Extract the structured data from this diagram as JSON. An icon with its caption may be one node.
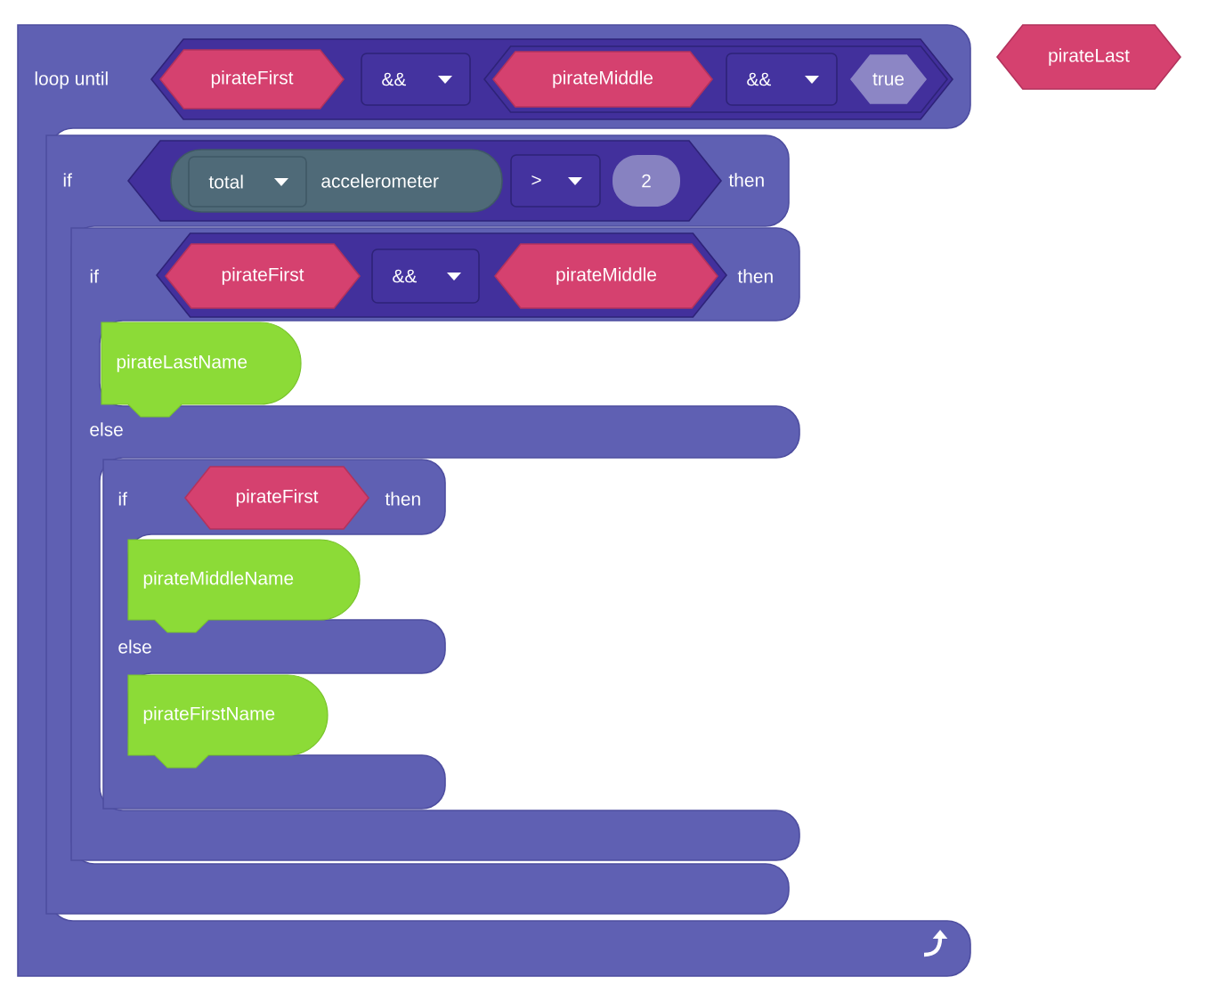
{
  "diagram": {
    "nodes": [
      {
        "text": [
          "loop until"
        ]
      },
      {
        "text": [],
        "shape": "hexagon",
        "in": 0
      },
      {
        "text": [
          "pirateFirst"
        ],
        "in": 1
      },
      {
        "text": [
          "&&"
        ],
        "in": 1
      },
      {
        "text": [],
        "shape": "hexagon",
        "in": 1
      },
      {
        "text": [
          "pirateMiddle"
        ],
        "in": 4
      },
      {
        "text": [
          "&&"
        ],
        "in": 4
      },
      {
        "text": [
          "true"
        ],
        "in": 4
      },
      {
        "text": [
          "pirateLast"
        ]
      },
      {
        "text": [
          "if",
          "then"
        ],
        "in": 0
      },
      {
        "text": [],
        "shape": "hexagon",
        "in": 9
      },
      {
        "text": [
          "accelerometer"
        ],
        "in": 10
      },
      {
        "text": [
          "total"
        ],
        "in": 11
      },
      {
        "text": [
          ">"
        ],
        "in": 10
      },
      {
        "text": [
          "2"
        ],
        "in": 10
      },
      {
        "text": [
          "if",
          "then",
          "else"
        ],
        "in": 9
      },
      {
        "text": [],
        "shape": "hexagon",
        "in": 15
      },
      {
        "text": [
          "pirateFirst"
        ],
        "in": 16
      },
      {
        "text": [
          "&&"
        ],
        "in": 16
      },
      {
        "text": [
          "pirateMiddle"
        ],
        "in": 16
      },
      {
        "text": [
          "pirateLastName"
        ],
        "in": 15
      },
      {
        "text": [
          "if",
          "then",
          "else"
        ],
        "in": 15
      },
      {
        "text": [
          "pirateFirst"
        ],
        "in": 21
      },
      {
        "text": [
          "pirateMiddleName"
        ],
        "in": 21
      },
      {
        "text": [
          "pirateFirstName"
        ],
        "in": 21
      }
    ]
  }
}
